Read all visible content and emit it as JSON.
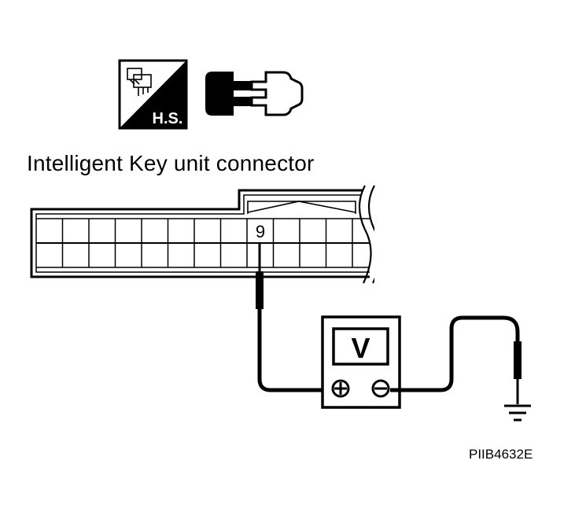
{
  "title": "Intelligent Key unit connector",
  "figure_code": "PIIB4632E",
  "hs_icon_label": "H.S.",
  "terminal": "9",
  "meter_symbol": "V",
  "positive_symbol": "⊕",
  "negative_symbol": "⊖",
  "icons": {
    "harness_side": "harness-side-icon",
    "connector": "connector-icon",
    "ground": "ground-icon"
  }
}
